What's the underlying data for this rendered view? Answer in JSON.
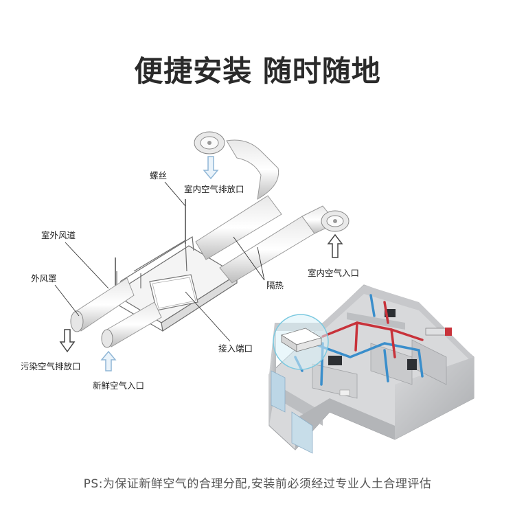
{
  "title": "便捷安装 随时随地",
  "labels": {
    "screw": "螺丝",
    "indoor_exhaust": "室内空气排放口",
    "outdoor_duct": "室外风道",
    "outer_hood": "外风罩",
    "insulation": "隔热",
    "indoor_intake": "室内空气入口",
    "port": "接入端口",
    "polluted_exhaust": "污染空气排放口",
    "fresh_intake": "新鲜空气入口"
  },
  "footnote": "PS:为保证新鲜空气的合理分配,安装前必须经过专业人土合理评估",
  "colors": {
    "title": "#2a2a2a",
    "hot_pipe": "#c8323a",
    "cold_pipe": "#3a8ecb",
    "arrow_blue": "#8fb6d6"
  }
}
